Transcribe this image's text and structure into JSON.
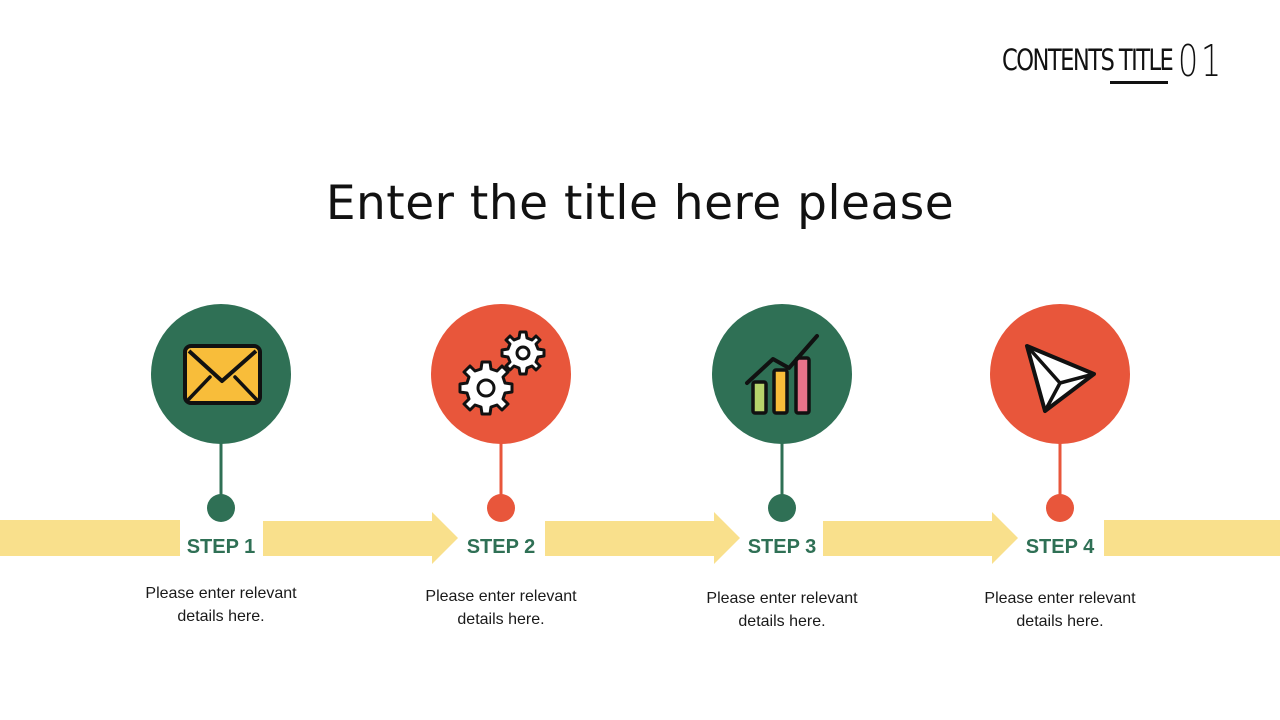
{
  "header": {
    "contents_label": "CONTENTS TITLE",
    "number": "01"
  },
  "title": "Enter the title here please",
  "colors": {
    "green": "#2f7055",
    "red": "#e8563b",
    "arrow": "#f9e08c",
    "step_text": "#2f7055"
  },
  "steps": [
    {
      "label": "STEP 1",
      "desc_line1": "Please enter relevant",
      "desc_line2": "details here.",
      "icon": "envelope-icon",
      "color": "green"
    },
    {
      "label": "STEP 2",
      "desc_line1": "Please enter relevant",
      "desc_line2": "details here.",
      "icon": "gears-icon",
      "color": "red"
    },
    {
      "label": "STEP 3",
      "desc_line1": "Please enter relevant",
      "desc_line2": "details here.",
      "icon": "growth-chart-icon",
      "color": "green"
    },
    {
      "label": "STEP 4",
      "desc_line1": "Please enter relevant",
      "desc_line2": "details here.",
      "icon": "paper-plane-icon",
      "color": "red"
    }
  ]
}
